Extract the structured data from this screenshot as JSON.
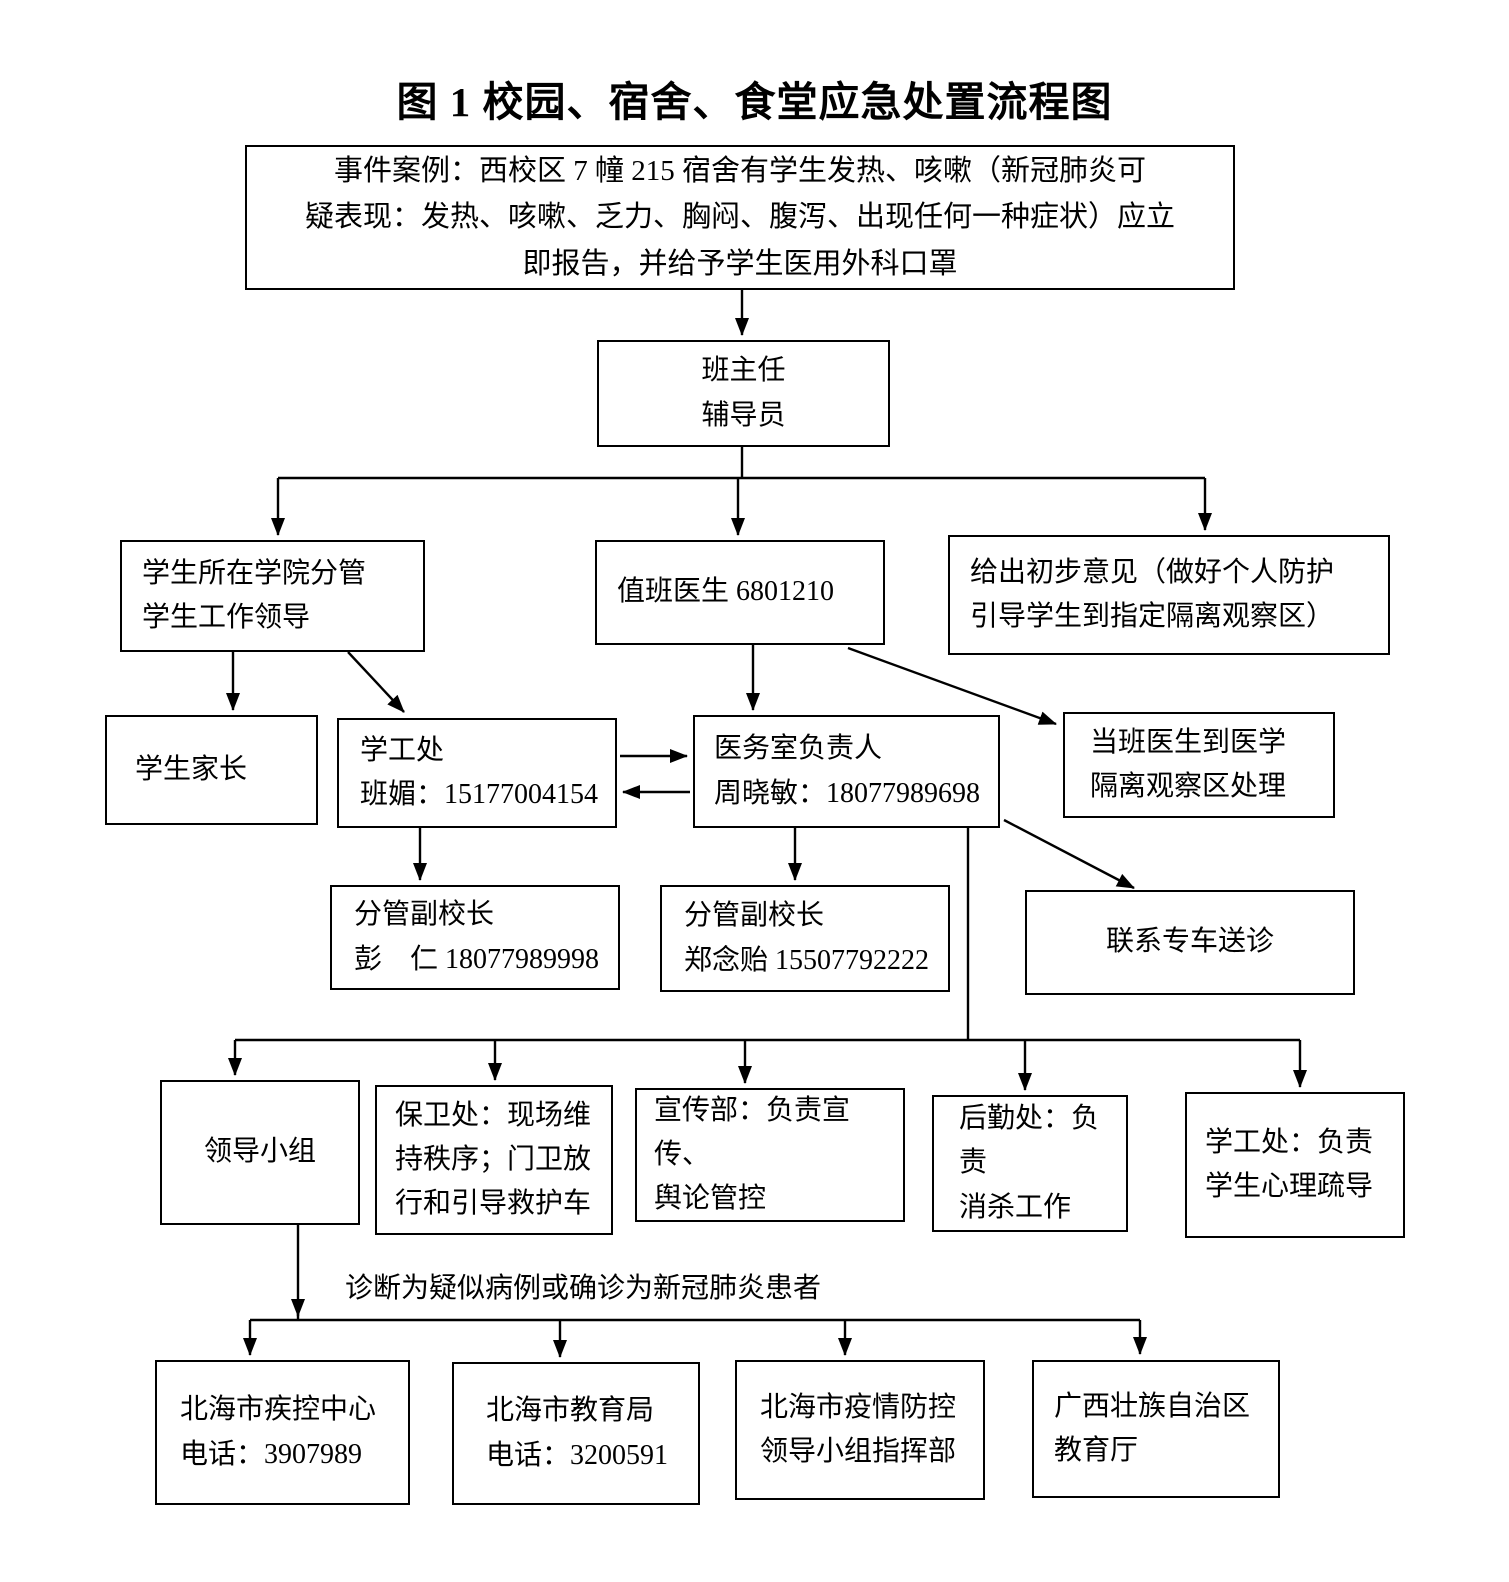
{
  "title": "图 1 校园、宿舍、食堂应急处置流程图",
  "diagnosis_label": "诊断为疑似病例或确诊为新冠肺炎患者",
  "nodes": {
    "case": {
      "lines": [
        "事件案例：西校区 7 幢 215 宿舍有学生发热、咳嗽（新冠肺炎可",
        "疑表现：发热、咳嗽、乏力、胸闷、腹泻、出现任何一种症状）应立",
        "即报告，并给予学生医用外科口罩"
      ]
    },
    "teacher": {
      "lines": [
        "班主任",
        "辅导员"
      ]
    },
    "college_leader": {
      "lines": [
        "学生所在学院分管",
        "学生工作领导"
      ]
    },
    "duty_doctor": {
      "lines": [
        "值班医生 6801210"
      ]
    },
    "initial_opinion": {
      "lines": [
        "给出初步意见（做好个人防护",
        "引导学生到指定隔离观察区）"
      ]
    },
    "parents": {
      "lines": [
        "学生家长"
      ]
    },
    "student_affairs": {
      "lines": [
        "学工处",
        "班媚：15177004154"
      ]
    },
    "clinic_head": {
      "lines": [
        "医务室负责人",
        "周晓敏：18077989698"
      ]
    },
    "isolation_doctor": {
      "lines": [
        "当班医生到医学",
        "隔离观察区处理"
      ]
    },
    "vp_peng": {
      "lines": [
        "分管副校长",
        "彭　仁 18077989998"
      ]
    },
    "vp_zheng": {
      "lines": [
        "分管副校长",
        "郑念贻 15507792222"
      ]
    },
    "transport": {
      "lines": [
        "联系专车送诊"
      ]
    },
    "leading_group": {
      "lines": [
        "领导小组"
      ]
    },
    "security": {
      "lines": [
        "保卫处：现场维",
        "持秩序；门卫放",
        "行和引导救护车"
      ]
    },
    "publicity": {
      "lines": [
        "宣传部：负责宣传、",
        "舆论管控"
      ]
    },
    "logistics": {
      "lines": [
        "后勤处：负责",
        "消杀工作"
      ]
    },
    "counseling": {
      "lines": [
        "学工处：负责",
        "学生心理疏导"
      ]
    },
    "cdc": {
      "lines": [
        "北海市疾控中心",
        "电话：3907989"
      ]
    },
    "education_bureau": {
      "lines": [
        "北海市教育局",
        "电话：3200591"
      ]
    },
    "epidemic_hq": {
      "lines": [
        "北海市疫情防控",
        "领导小组指挥部"
      ]
    },
    "gx_education": {
      "lines": [
        "广西壮族自治区",
        "教育厅"
      ]
    }
  },
  "edges": [
    {
      "from": "case",
      "to": "teacher"
    },
    {
      "from": "teacher",
      "to": "college_leader"
    },
    {
      "from": "teacher",
      "to": "duty_doctor"
    },
    {
      "from": "teacher",
      "to": "initial_opinion"
    },
    {
      "from": "college_leader",
      "to": "parents"
    },
    {
      "from": "college_leader",
      "to": "student_affairs"
    },
    {
      "from": "duty_doctor",
      "to": "clinic_head"
    },
    {
      "from": "duty_doctor",
      "to": "isolation_doctor"
    },
    {
      "from": "student_affairs",
      "to": "clinic_head",
      "bidirectional": true
    },
    {
      "from": "student_affairs",
      "to": "vp_peng"
    },
    {
      "from": "clinic_head",
      "to": "vp_zheng"
    },
    {
      "from": "clinic_head",
      "to": "transport"
    },
    {
      "from": "clinic_head",
      "to": "leading_group"
    },
    {
      "from": "clinic_head",
      "to": "security"
    },
    {
      "from": "clinic_head",
      "to": "publicity"
    },
    {
      "from": "clinic_head",
      "to": "logistics"
    },
    {
      "from": "clinic_head",
      "to": "counseling"
    },
    {
      "from": "leading_group",
      "to": "cdc",
      "label": "诊断为疑似病例或确诊为新冠肺炎患者"
    },
    {
      "from": "leading_group",
      "to": "education_bureau"
    },
    {
      "from": "leading_group",
      "to": "epidemic_hq"
    },
    {
      "from": "leading_group",
      "to": "gx_education"
    }
  ]
}
